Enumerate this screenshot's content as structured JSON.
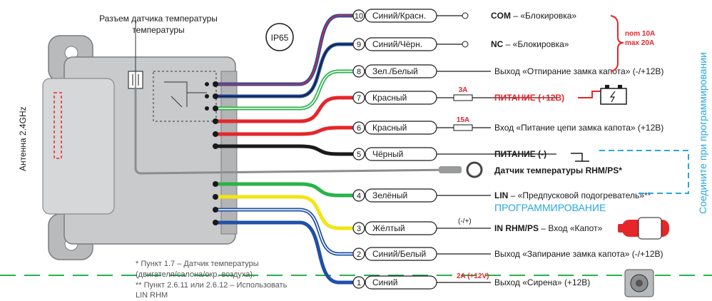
{
  "title": "Разъем датчика температуры",
  "ip_rating": "IP65",
  "antenna_label": "Антенна 2.4GHz",
  "wires": [
    {
      "num": "10",
      "name": "Синий/Красн.",
      "desc_bold": "COM",
      "desc": " – «Блокировка»",
      "fuse": ""
    },
    {
      "num": "9",
      "name": "Синий/Чёрн.",
      "desc_bold": "NC",
      "desc": " – «Блокировка»",
      "fuse": ""
    },
    {
      "num": "8",
      "name": "Зел./Белый",
      "desc_bold": "",
      "desc": "Выход «Отпирание замка капота» (-/+12В)",
      "fuse": ""
    },
    {
      "num": "7",
      "name": "Красный",
      "desc_bold": "ПИТАНИЕ (+12В)",
      "desc": "",
      "fuse": "3A"
    },
    {
      "num": "6",
      "name": "Красный",
      "desc_bold": "",
      "desc": "Вход «Питание цепи замка капота» (+12В)",
      "fuse": "15A"
    },
    {
      "num": "5",
      "name": "Чёрный",
      "desc_bold": "ПИТАНИЕ (-)",
      "desc": "",
      "fuse": ""
    },
    {
      "num": "4",
      "name": "Зелёный",
      "desc_bold": "LIN",
      "desc": " – «Предпусковой подогреватель»**",
      "fuse": ""
    },
    {
      "num": "3",
      "name": "Жёлтый",
      "desc_bold": "IN RHM/PS",
      "desc": " – Вход «Капот»",
      "fuse": ""
    },
    {
      "num": "2",
      "name": "Синий/Белый",
      "desc_bold": "",
      "desc": "Выход «Запирание замка капота» (-/+12В)",
      "fuse": ""
    },
    {
      "num": "1",
      "name": "Синий",
      "desc_bold": "",
      "desc": "Выход «Сирена» (+12В)",
      "fuse": ""
    }
  ],
  "relay_rating": {
    "nom": "nom 10A",
    "max": "max 20A"
  },
  "temp_sensor_label": "Датчик температуры RHM/PS*",
  "programming_label": "ПРОГРАММИРОВАНИЕ",
  "connect_note": "Соедините при программировании",
  "hood_polarity": "(-/+)",
  "siren_current": "2A (+12V)",
  "footnotes": {
    "line1": "* Пункт 1.7 – Датчик температуры",
    "line2": "(двигателя/салона/окр. воздуха).",
    "line3": "** Пункт 2.6.11 или 2.6.12 – Использовать",
    "line4": "LIN RHM"
  },
  "colors": {
    "blue": "#1f4fa8",
    "red": "#e5262a",
    "green": "#28b34a",
    "yellow": "#f2e614",
    "black": "#1a1a1a",
    "cyan": "#27a7df",
    "module": "#c9cacc"
  }
}
